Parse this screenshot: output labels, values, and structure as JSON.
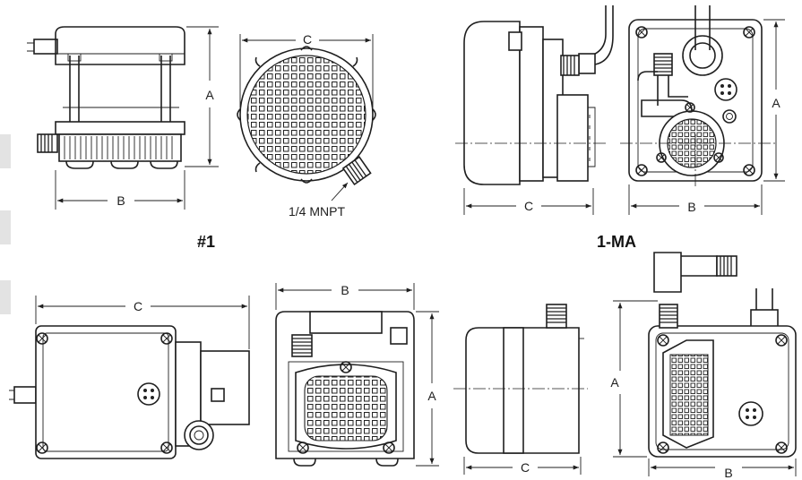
{
  "models": {
    "first": "#1",
    "second": "1-MA"
  },
  "dimensions": {
    "a": "A",
    "b": "B",
    "c": "C"
  },
  "callouts": {
    "port_thread": "1/4 MNPT"
  }
}
